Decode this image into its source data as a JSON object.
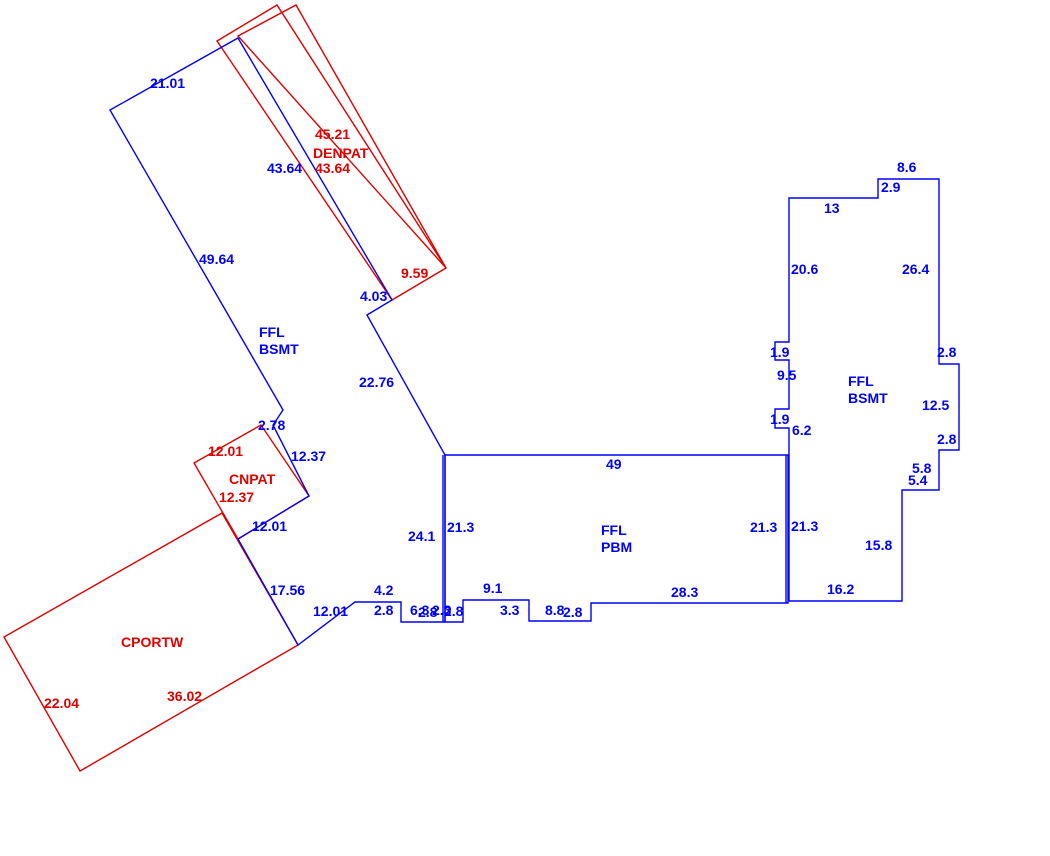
{
  "colors": {
    "ffl": "#0000ff",
    "ext": "#e00000"
  },
  "areas": {
    "upper_ffl": [
      "FFL",
      "BSMT"
    ],
    "mid_ffl": [
      "FFL",
      "PBM"
    ],
    "right_ffl": [
      "FFL",
      "BSMT"
    ],
    "cnpat": "CNPAT",
    "cportw": "CPORTW",
    "dinpat": "DENPAT"
  },
  "dims_blue": {
    "a": "21.01",
    "b": "43.64",
    "c": "49.64",
    "d": "4.03",
    "e": "22.76",
    "f": "2.78",
    "g": "12.37",
    "h": "12.01",
    "i": "17.56",
    "j": "12.01",
    "k": "4.2",
    "l": "2.8",
    "m": "6.3",
    "n": "2.8",
    "o": "2.3",
    "p": "2.8",
    "q": "24.1",
    "r": "21.3",
    "s": "9.1",
    "t": "3.3",
    "u": "8.8",
    "v": "2.8",
    "w": "28.3",
    "x": "49",
    "y": "21.3",
    "z": "21.3",
    "aa": "8.6",
    "ab": "2.9",
    "ac": "13",
    "ad": "20.6",
    "ae": "26.4",
    "af": "1.9",
    "ag": "9.5",
    "ah": "1.9",
    "ai": "6.2",
    "aj": "2.8",
    "ak": "12.5",
    "al": "2.8",
    "am": "5.8",
    "an": "5.4",
    "ao": "15.8",
    "ap": "16.2"
  },
  "dims_red": {
    "a": "45.21",
    "b": "43.64",
    "c": "9.59",
    "d": "12.01",
    "e": "12.37",
    "f": "22.04",
    "g": "36.02"
  }
}
